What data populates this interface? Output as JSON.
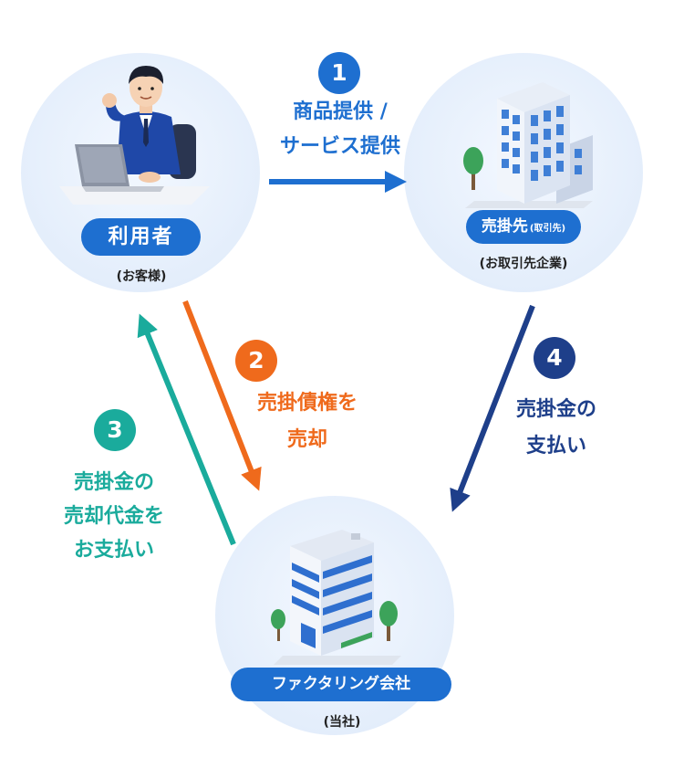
{
  "nodes": {
    "user": {
      "label": "利用者",
      "sub": "(お客様)"
    },
    "client": {
      "label": "売掛先",
      "label_small": "(取引先)",
      "sub": "(お取引先企業)"
    },
    "factoring": {
      "label": "ファクタリング会社",
      "sub": "(当社)"
    }
  },
  "steps": [
    {
      "number": "1",
      "line1": "商品提供 /",
      "line2": "サービス提供",
      "color": "#1e6fd0"
    },
    {
      "number": "2",
      "line1": "売掛債権を",
      "line2": "売却",
      "color": "#ef6a1c"
    },
    {
      "number": "3",
      "line1": "売掛金の",
      "line2": "売却代金を",
      "line3": "お支払い",
      "color": "#1aab9c"
    },
    {
      "number": "4",
      "line1": "売掛金の",
      "line2": "支払い",
      "color": "#1e3f8a"
    }
  ],
  "illustrations": {
    "user": "businessman-at-laptop",
    "client": "office-building-icon",
    "factoring": "office-building-icon"
  }
}
